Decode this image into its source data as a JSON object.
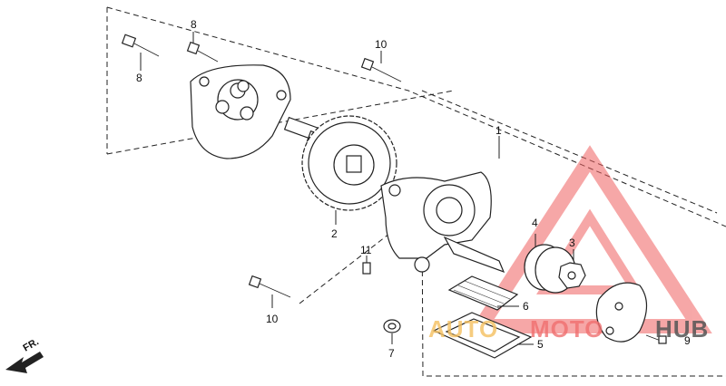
{
  "callouts": {
    "c1": "1",
    "c2": "2",
    "c3": "3",
    "c4": "4",
    "c5": "5",
    "c6": "6",
    "c7": "7",
    "c8a": "8",
    "c8b": "8",
    "c9": "9",
    "c10a": "10",
    "c10b": "10",
    "c11": "11"
  },
  "direction_label": "FR.",
  "watermark": {
    "part_a": "AUTO",
    "part_b": "MOTO",
    "part_c": "HUB",
    "color_a": "#f5c060",
    "color_b": "#f07070",
    "color_c": "#555555"
  }
}
